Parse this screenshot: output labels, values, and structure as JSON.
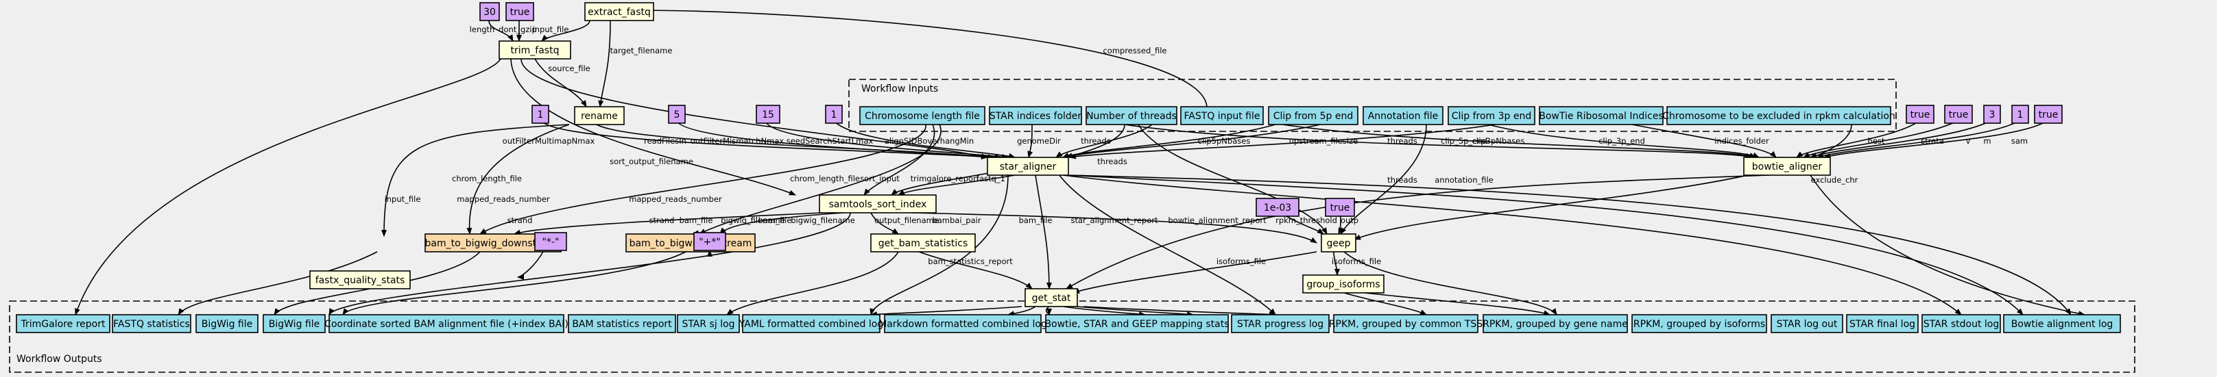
{
  "colors": {
    "background": "#efefef",
    "step": "#ffffde",
    "step_highlight": "#f9d8a8",
    "input": "#94dceb",
    "param": "#d5a6f8",
    "output": "#94dceb"
  },
  "clusters": {
    "inputs_label": "Workflow Inputs",
    "outputs_label": "Workflow Outputs"
  },
  "nodes": [
    {
      "id": "extract_fastq",
      "label": "extract_fastq",
      "kind": "step"
    },
    {
      "id": "trim_fastq",
      "label": "trim_fastq",
      "kind": "step"
    },
    {
      "id": "rename",
      "label": "rename",
      "kind": "step"
    },
    {
      "id": "star_aligner",
      "label": "star_aligner",
      "kind": "step"
    },
    {
      "id": "samtools_sort_index",
      "label": "samtools_sort_index",
      "kind": "step"
    },
    {
      "id": "bam_to_bigwig_downstream",
      "label": "bam_to_bigwig_downstream",
      "kind": "step_highlight"
    },
    {
      "id": "bam_to_bigwig_upstream",
      "label": "bam_to_bigwig_upstream",
      "kind": "step_highlight"
    },
    {
      "id": "get_bam_statistics",
      "label": "get_bam_statistics",
      "kind": "step"
    },
    {
      "id": "fastx_quality_stats",
      "label": "fastx_quality_stats",
      "kind": "step"
    },
    {
      "id": "get_stat",
      "label": "get_stat",
      "kind": "step"
    },
    {
      "id": "geep",
      "label": "geep",
      "kind": "step"
    },
    {
      "id": "group_isoforms",
      "label": "group_isoforms",
      "kind": "step"
    },
    {
      "id": "bowtie_aligner",
      "label": "bowtie_aligner",
      "kind": "step"
    },
    {
      "id": "p30",
      "label": "30",
      "kind": "param"
    },
    {
      "id": "ptrue1",
      "label": "true",
      "kind": "param"
    },
    {
      "id": "p1a",
      "label": "1",
      "kind": "param"
    },
    {
      "id": "p5",
      "label": "5",
      "kind": "param"
    },
    {
      "id": "p15",
      "label": "15",
      "kind": "param"
    },
    {
      "id": "p1b",
      "label": "1",
      "kind": "param"
    },
    {
      "id": "pstar",
      "label": "\"*-\"",
      "kind": "param"
    },
    {
      "id": "pplus",
      "label": "\"+*\"",
      "kind": "param"
    },
    {
      "id": "p1e03",
      "label": "1e-03",
      "kind": "param"
    },
    {
      "id": "ptrue2",
      "label": "true",
      "kind": "param"
    },
    {
      "id": "ptrue3",
      "label": "true",
      "kind": "param"
    },
    {
      "id": "ptrue4",
      "label": "true",
      "kind": "param"
    },
    {
      "id": "p3",
      "label": "3",
      "kind": "param"
    },
    {
      "id": "p1c",
      "label": "1",
      "kind": "param"
    },
    {
      "id": "ptrue5",
      "label": "true",
      "kind": "param"
    },
    {
      "id": "in_chrom_len",
      "label": "Chromosome length file",
      "kind": "input"
    },
    {
      "id": "in_star_idx",
      "label": "STAR indices folder",
      "kind": "input"
    },
    {
      "id": "in_threads",
      "label": "Number of threads",
      "kind": "input"
    },
    {
      "id": "in_fastq",
      "label": "FASTQ input file",
      "kind": "input"
    },
    {
      "id": "in_clip5",
      "label": "Clip from 5p end",
      "kind": "input"
    },
    {
      "id": "in_annot",
      "label": "Annotation file",
      "kind": "input"
    },
    {
      "id": "in_clip3",
      "label": "Clip from 3p end",
      "kind": "input"
    },
    {
      "id": "in_bowtie",
      "label": "BowTie Ribosomal Indices",
      "kind": "input"
    },
    {
      "id": "in_chr_excl",
      "label": "Chromosome to be excluded in rpkm calculation",
      "kind": "input"
    },
    {
      "id": "out_trimgalore",
      "label": "TrimGalore report",
      "kind": "output"
    },
    {
      "id": "out_fastq_stats",
      "label": "FASTQ statistics",
      "kind": "output"
    },
    {
      "id": "out_bigwig1",
      "label": "BigWig file",
      "kind": "output"
    },
    {
      "id": "out_bigwig2",
      "label": "BigWig file",
      "kind": "output"
    },
    {
      "id": "out_bam",
      "label": "Coordinate sorted BAM alignment file (+index BAI)",
      "kind": "output"
    },
    {
      "id": "out_bam_stats",
      "label": "BAM statistics report",
      "kind": "output"
    },
    {
      "id": "out_sj",
      "label": "STAR sj log",
      "kind": "output"
    },
    {
      "id": "out_yaml",
      "label": "YAML formatted combined log",
      "kind": "output"
    },
    {
      "id": "out_md",
      "label": "Markdown formatted combined log",
      "kind": "output"
    },
    {
      "id": "out_mapping",
      "label": "Bowtie, STAR and GEEP mapping stats",
      "kind": "output"
    },
    {
      "id": "out_progress",
      "label": "STAR progress log",
      "kind": "output"
    },
    {
      "id": "out_rpkm_tss",
      "label": "RPKM, grouped by common TSS",
      "kind": "output"
    },
    {
      "id": "out_rpkm_gene",
      "label": "RPKM, grouped by gene name",
      "kind": "output"
    },
    {
      "id": "out_rpkm_iso",
      "label": "RPKM, grouped by isoforms",
      "kind": "output"
    },
    {
      "id": "out_log",
      "label": "STAR log out",
      "kind": "output"
    },
    {
      "id": "out_final",
      "label": "STAR final log",
      "kind": "output"
    },
    {
      "id": "out_stdout",
      "label": "STAR stdout log",
      "kind": "output"
    },
    {
      "id": "out_bowtie_log",
      "label": "Bowtie alignment log",
      "kind": "output"
    }
  ],
  "edge_labels": [
    "input_file",
    "length",
    "dont_gzip",
    "target_filename",
    "source_file",
    "compressed_file",
    "outFilterMultimapNmax",
    "readFilesIn",
    "outFilterMismatchNmax",
    "seedSearchStartLmax",
    "alignSJDBoverhangMin",
    "genomeDir",
    "threads",
    "clip5pNbases",
    "upstream_filesize",
    "threads",
    "clip_3p_end",
    "clip3pNbases",
    "clip_5p_end",
    "indices_folder",
    "best",
    "strata",
    "v",
    "m",
    "sam",
    "threads",
    "sort_output_filename",
    "chrom_length_file",
    "chrom_length_file",
    "sort_input",
    "trimgalore_report",
    "fastq_1",
    "input_file",
    "mapped_reads_number",
    "mapped_reads_number",
    "strand",
    "strand",
    "bam_file",
    "bam_file",
    "bigwig_filename",
    "bigwig_filename",
    "output_filename",
    "bambai_pair",
    "bam_file",
    "star_alignment_report",
    "threads",
    "annotation_file",
    "exclude_chr",
    "bowtie_alignment_report",
    "rpkm_threshold",
    "outp",
    "bam_statistics_report",
    "isoforms_file",
    "isoforms_file"
  ]
}
